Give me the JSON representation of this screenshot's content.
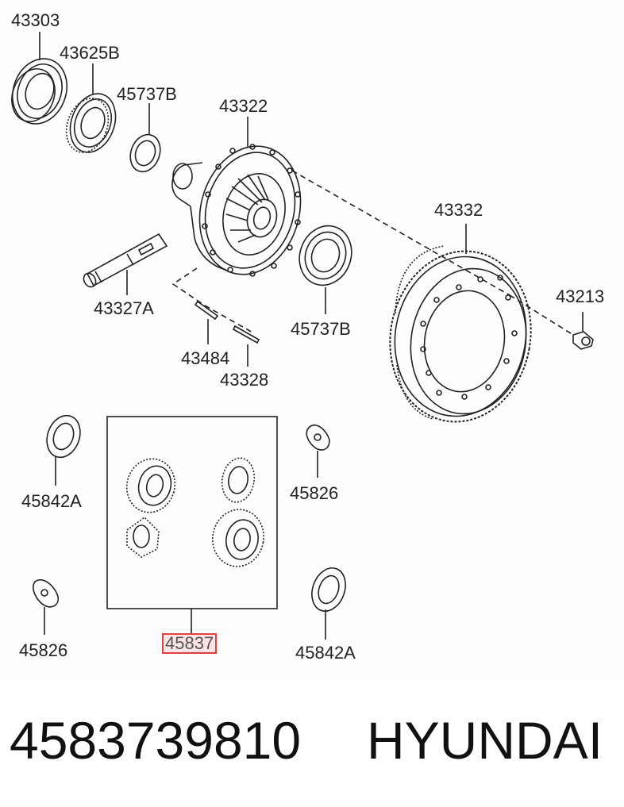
{
  "callouts": {
    "c43303": "43303",
    "c43625B": "43625B",
    "c45737B_top": "45737B",
    "c43322": "43322",
    "c43332": "43332",
    "c43213": "43213",
    "c43327A": "43327A",
    "c45737B_mid": "45737B",
    "c43484": "43484",
    "c43328": "43328",
    "c45842A_left": "45842A",
    "c45826_right": "45826",
    "c45826_left": "45826",
    "c45837": "45837",
    "c45842A_right": "45842A"
  },
  "highlighted_part": "45837",
  "footer": {
    "part_number": "4583739810",
    "brand": "HYUNDAI"
  },
  "colors": {
    "line": "#222222",
    "highlight_border": "#e04040",
    "highlight_fill": "#fbe3e3"
  }
}
